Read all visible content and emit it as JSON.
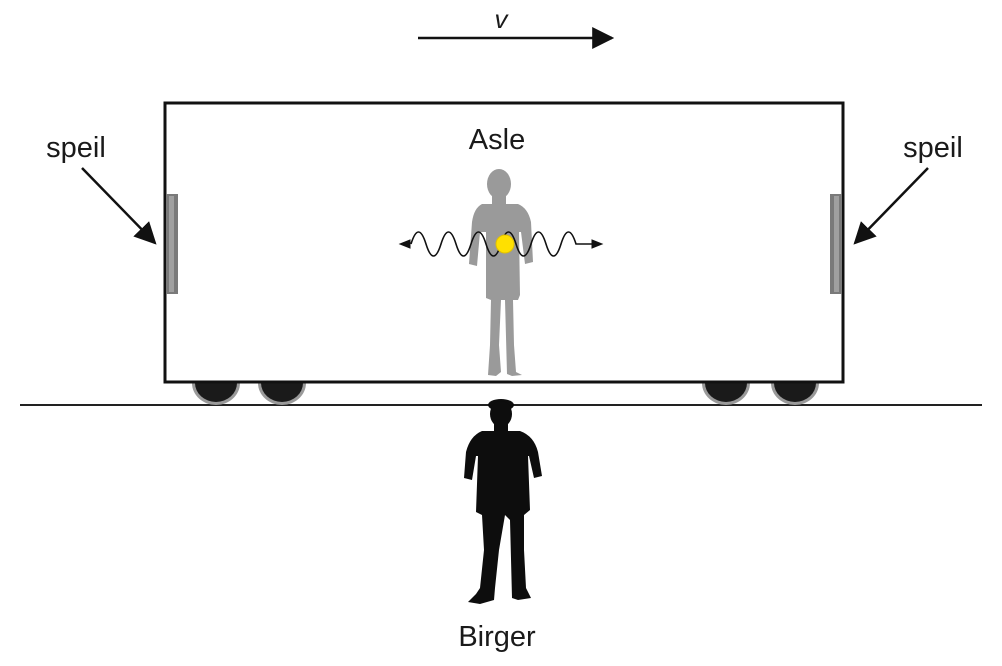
{
  "labels": {
    "velocity": "v",
    "mirror_left": "speil",
    "mirror_right": "speil",
    "observer_inside": "Asle",
    "observer_outside": "Birger"
  },
  "colors": {
    "outline": "#111111",
    "mirror": "#7a7a7a",
    "observer_inside": "#9a9a9a",
    "observer_outside": "#0d0d0d",
    "light_source": "#ffe000",
    "wheel": "#1a1a1a",
    "wheel_rim": "#9a9a9a"
  },
  "icons": {
    "velocity_arrow": "arrow-right-icon",
    "light_source": "light-bulb-dot",
    "light_wave": "sine-wave-icon"
  }
}
